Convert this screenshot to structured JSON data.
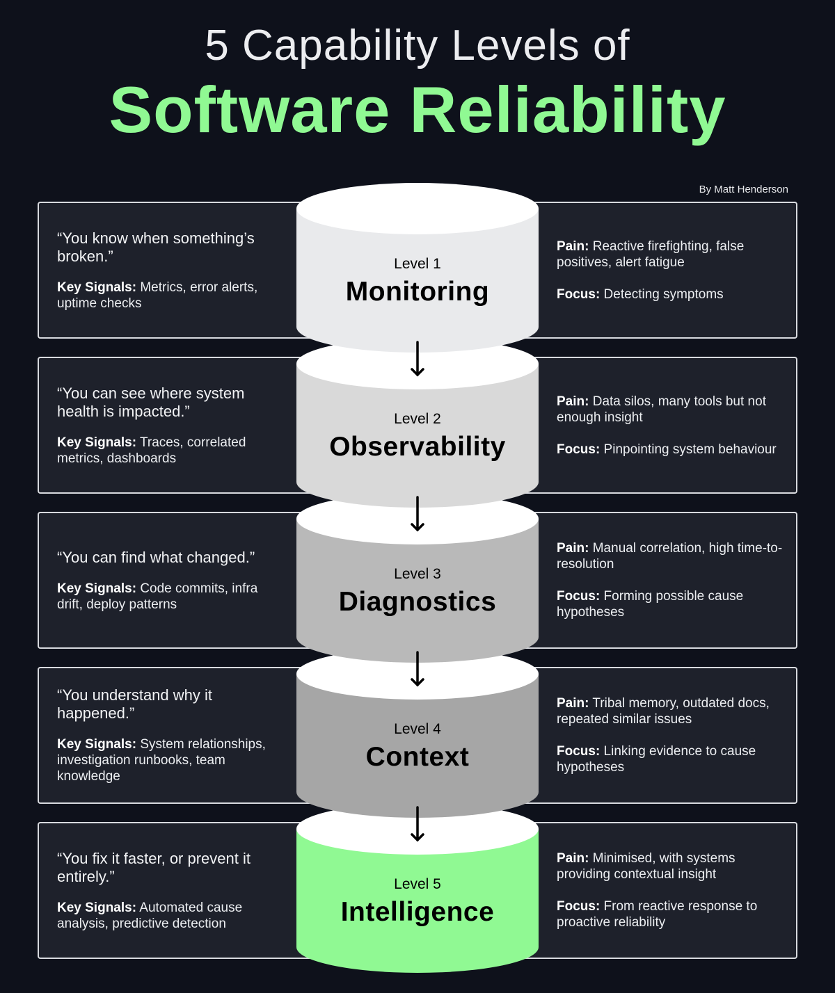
{
  "title_line1": "5 Capability Levels of",
  "title_line2": "Software Reliability",
  "byline": "By Matt Henderson",
  "colors": {
    "background": "#0e111b",
    "panel": "#1e212b",
    "accent": "#90f993"
  },
  "levels": [
    {
      "level": "Level 1",
      "name": "Monitoring",
      "color": "#e9eaec",
      "quote": "“You know when something’s broken.”",
      "signals_label": "Key Signals:",
      "signals": " Metrics, error alerts, uptime checks",
      "pain_label": "Pain:",
      "pain": " Reactive firefighting, false positives, alert fatigue",
      "focus_label": "Focus:",
      "focus": " Detecting symptoms"
    },
    {
      "level": "Level 2",
      "name": "Observability",
      "color": "#d9d9d9",
      "quote": "“You can see where system health is impacted.”",
      "signals_label": "Key Signals:",
      "signals": " Traces, correlated metrics, dashboards",
      "pain_label": "Pain:",
      "pain": " Data silos, many tools but not enough insight",
      "focus_label": "Focus:",
      "focus": " Pinpointing system behaviour"
    },
    {
      "level": "Level 3",
      "name": "Diagnostics",
      "color": "#b9b9b9",
      "quote": "“You can find what changed.”",
      "signals_label": "Key Signals:",
      "signals": " Code commits, infra drift, deploy patterns",
      "pain_label": "Pain:",
      "pain": " Manual correlation, high time-to-resolution",
      "focus_label": "Focus:",
      "focus": " Forming possible cause hypotheses"
    },
    {
      "level": "Level 4",
      "name": "Context",
      "color": "#a6a6a6",
      "quote": "“You understand why it happened.”",
      "signals_label": "Key Signals:",
      "signals": " System relationships, investigation runbooks, team knowledge",
      "pain_label": "Pain:",
      "pain": " Tribal memory, outdated docs, repeated similar issues",
      "focus_label": "Focus:",
      "focus": " Linking evidence to cause hypotheses"
    },
    {
      "level": "Level 5",
      "name": "Intelligence",
      "color": "#90f993",
      "quote": "“You fix it faster, or prevent it entirely.”",
      "signals_label": "Key Signals:",
      "signals": " Automated cause analysis, predictive detection",
      "pain_label": "Pain:",
      "pain": " Minimised, with systems providing contextual insight",
      "focus_label": "Focus:",
      "focus": " From reactive response to proactive reliability"
    }
  ]
}
